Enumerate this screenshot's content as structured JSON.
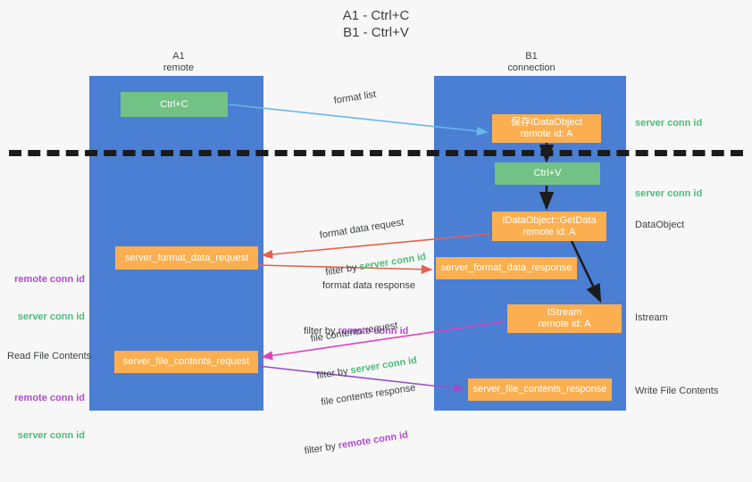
{
  "title": "A1 - Ctrl+C\nB1 - Ctrl+V",
  "columns": {
    "left": "A1\nremote",
    "right": "B1\nconnection"
  },
  "colors": {
    "lane": "#4a7fd4",
    "green_box": "#73c285",
    "orange_box": "#fbaf50",
    "server_conn_id": "#4cbb7a",
    "remote_conn_id": "#b44ad0",
    "arrow_blue": "#6bb7e8",
    "arrow_red": "#e8604c",
    "arrow_magenta": "#e23fc0",
    "arrow_purple": "#9a4ec4",
    "arrow_black": "#1b1b1b",
    "dashed_line": "#1b1b1b"
  },
  "boxes": {
    "ctrl_c": "Ctrl+C",
    "idataobject": "保存IDataObject\nremote id: A",
    "ctrl_v": "Ctrl+V",
    "getdata": "IDataObject::GetData\nremote id: A",
    "format_data_request": "server_format_data_request",
    "format_data_response": "server_format_data_response",
    "istream": "IStream\nremote id: A",
    "file_contents_request": "server_file_contents_request",
    "file_contents_response": "server_file_contents_response"
  },
  "arrow_labels": {
    "format_list": "format list",
    "format_data_request": {
      "line1": "format data request",
      "filter_prefix": "filter by ",
      "filter_value": "server conn id"
    },
    "format_data_response": {
      "line1": "format data response",
      "filter_prefix": "filter by ",
      "filter_value": "remote conn id"
    },
    "file_contents_request": {
      "line1": "file contents request",
      "filter_prefix": "filter by ",
      "filter_value": "server conn id"
    },
    "file_contents_response": {
      "line1": "file contents response",
      "filter_prefix": "filter by ",
      "filter_value": "remote conn id"
    }
  },
  "right_notes": {
    "server_conn_id_top": "server conn id",
    "server_conn_id_mid": "server conn id",
    "dataobject": "DataObject",
    "istream": "Istream",
    "write_file_contents": "Write File Contents"
  },
  "left_notes": {
    "ids_top": {
      "remote": "remote conn id",
      "server": "server conn id"
    },
    "read_file_contents": "Read File Contents",
    "ids_bottom": {
      "remote": "remote conn id",
      "server": "server conn id"
    }
  }
}
